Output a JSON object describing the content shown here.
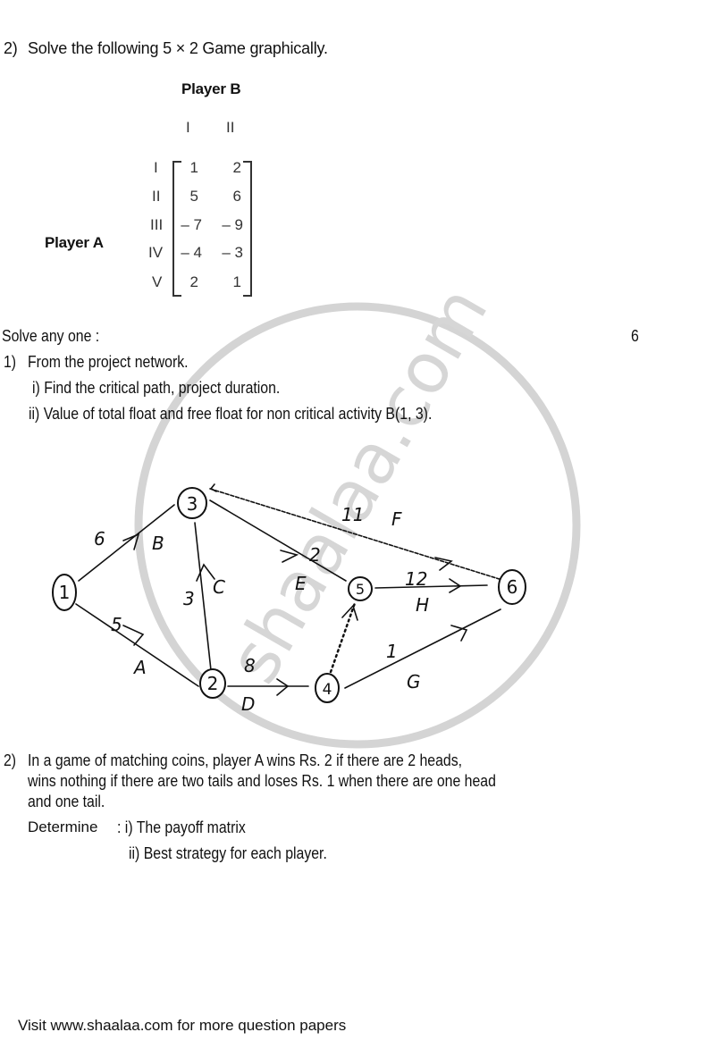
{
  "question_2_game": {
    "number": "2)",
    "text": "Solve the following 5 × 2 Game graphically.",
    "player_b_label": "Player B",
    "player_a_label": "Player A",
    "columns": [
      "I",
      "II"
    ],
    "rows": [
      {
        "label": "I",
        "values": [
          "1",
          "2"
        ]
      },
      {
        "label": "II",
        "values": [
          "5",
          "6"
        ]
      },
      {
        "label": "III",
        "values": [
          "– 7",
          "– 9"
        ]
      },
      {
        "label": "IV",
        "values": [
          "– 4",
          "– 3"
        ]
      },
      {
        "label": "V",
        "values": [
          "2",
          "1"
        ]
      }
    ]
  },
  "section": {
    "heading": "Solve any one :",
    "marks": "6"
  },
  "question_1_network": {
    "number": "1)",
    "text": "From the project network.",
    "sub_i": "i)  Find the critical path, project duration.",
    "sub_ii": "ii)  Value of total float and free float for non critical activity B(1, 3)."
  },
  "network": {
    "nodes": [
      "1",
      "2",
      "3",
      "4",
      "5",
      "6"
    ],
    "activities": [
      {
        "name": "A",
        "from": "1",
        "to": "2",
        "duration": "5"
      },
      {
        "name": "B",
        "from": "1",
        "to": "3",
        "duration": "6"
      },
      {
        "name": "C",
        "from": "2",
        "to": "3",
        "duration": "3"
      },
      {
        "name": "D",
        "from": "2",
        "to": "4",
        "duration": "8"
      },
      {
        "name": "E",
        "from": "3",
        "to": "5",
        "duration": "2"
      },
      {
        "name": "F",
        "from": "3",
        "to": "6",
        "duration": "11"
      },
      {
        "name": "G",
        "from": "4",
        "to": "6",
        "duration": "1"
      },
      {
        "name": "H",
        "from": "5",
        "to": "6",
        "duration": "12"
      },
      {
        "name": "dummy",
        "from": "4",
        "to": "5",
        "duration": ""
      }
    ]
  },
  "question_2_coins": {
    "number": "2)",
    "line1": "In a game of matching coins, player A wins Rs. 2 if there are 2 heads,",
    "line2": "wins nothing if there are two tails and loses Rs. 1 when there are one head",
    "line3": "and one tail.",
    "determine_label": "Determine",
    "sub_i": ": i) The payoff matrix",
    "sub_ii": "ii) Best strategy for each player."
  },
  "watermark": {
    "text": "shaalaa.com"
  },
  "footer": {
    "text": "Visit www.shaalaa.com for more question papers"
  }
}
